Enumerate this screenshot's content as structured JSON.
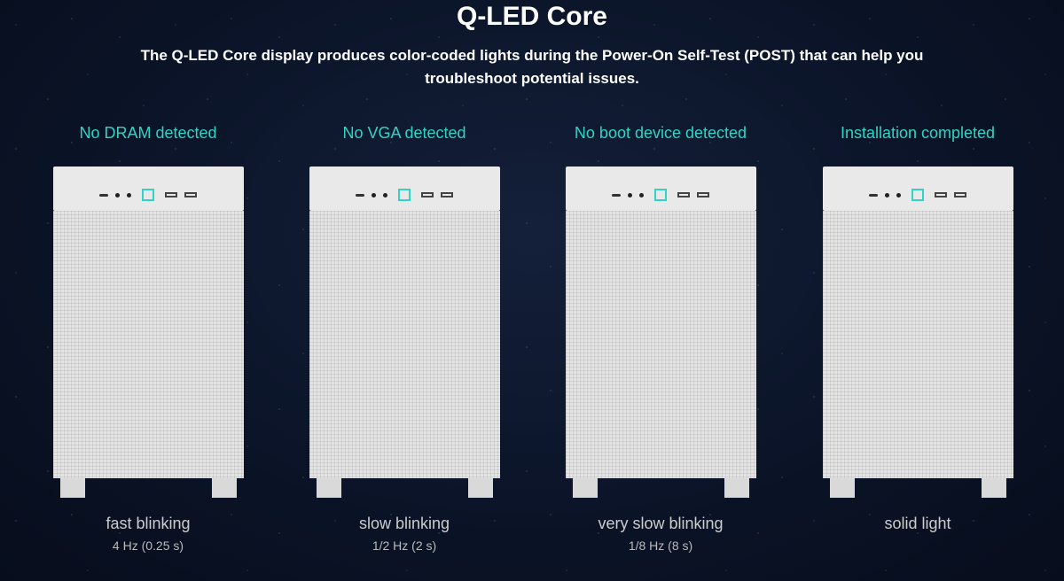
{
  "title": "Q-LED Core",
  "subtitle": "The Q-LED Core display produces color-coded lights during the Power-On Self-Test (POST) that can help you troubleshoot potential issues.",
  "accent": "#2fd4c4",
  "states": [
    {
      "label": "No DRAM detected",
      "mode": "fast blinking",
      "freq": "4 Hz (0.25 s)"
    },
    {
      "label": "No VGA detected",
      "mode": "slow blinking",
      "freq": "1/2 Hz (2 s)"
    },
    {
      "label": "No boot device detected",
      "mode": "very slow blinking",
      "freq": "1/8 Hz (8 s)"
    },
    {
      "label": "Installation completed",
      "mode": "solid light",
      "freq": ""
    }
  ]
}
